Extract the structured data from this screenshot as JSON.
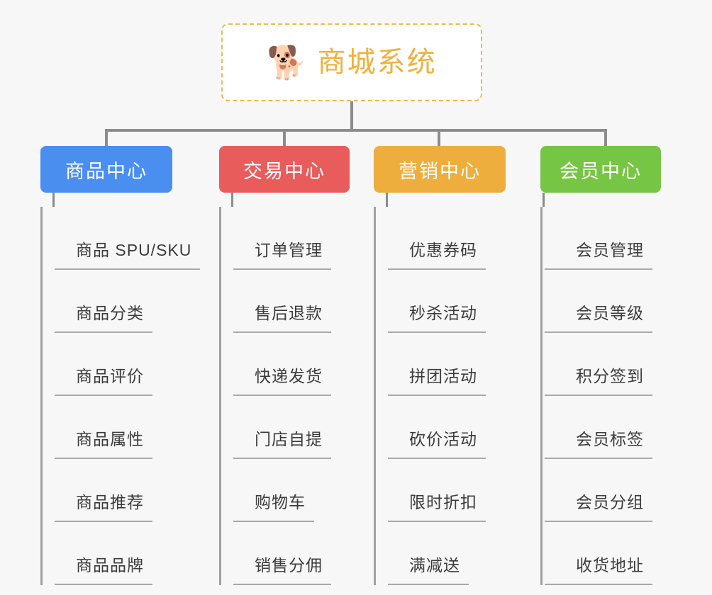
{
  "root": {
    "icon": "shiba-dog-face-emoji",
    "icon_glyph": "🐕",
    "title": "商城系统",
    "title_color": "#f2b03c",
    "border_color": "#f0b849",
    "background": "#ffffff"
  },
  "page": {
    "background": "#f7f7f7",
    "connector_color": "#8c8c8c",
    "leaf_spine_color": "#a0a0a0",
    "leaf_rule_color": "#a8a8a8",
    "leaf_text_color": "#3c3c3c"
  },
  "columns": [
    {
      "id": "product-center",
      "header": "商品中心",
      "color": "#4a8ef0",
      "items": [
        "商品 SPU/SKU",
        "商品分类",
        "商品评价",
        "商品属性",
        "商品推荐",
        "商品品牌"
      ]
    },
    {
      "id": "trade-center",
      "header": "交易中心",
      "color": "#e85c5c",
      "items": [
        "订单管理",
        "售后退款",
        "快递发货",
        "门店自提",
        "购物车",
        "销售分佣"
      ]
    },
    {
      "id": "marketing-center",
      "header": "营销中心",
      "color": "#eeae3e",
      "items": [
        "优惠券码",
        "秒杀活动",
        "拼团活动",
        "砍价活动",
        "限时折扣",
        "满减送"
      ]
    },
    {
      "id": "member-center",
      "header": "会员中心",
      "color": "#77c544",
      "items": [
        "会员管理",
        "会员等级",
        "积分签到",
        "会员标签",
        "会员分组",
        "收货地址"
      ]
    }
  ]
}
